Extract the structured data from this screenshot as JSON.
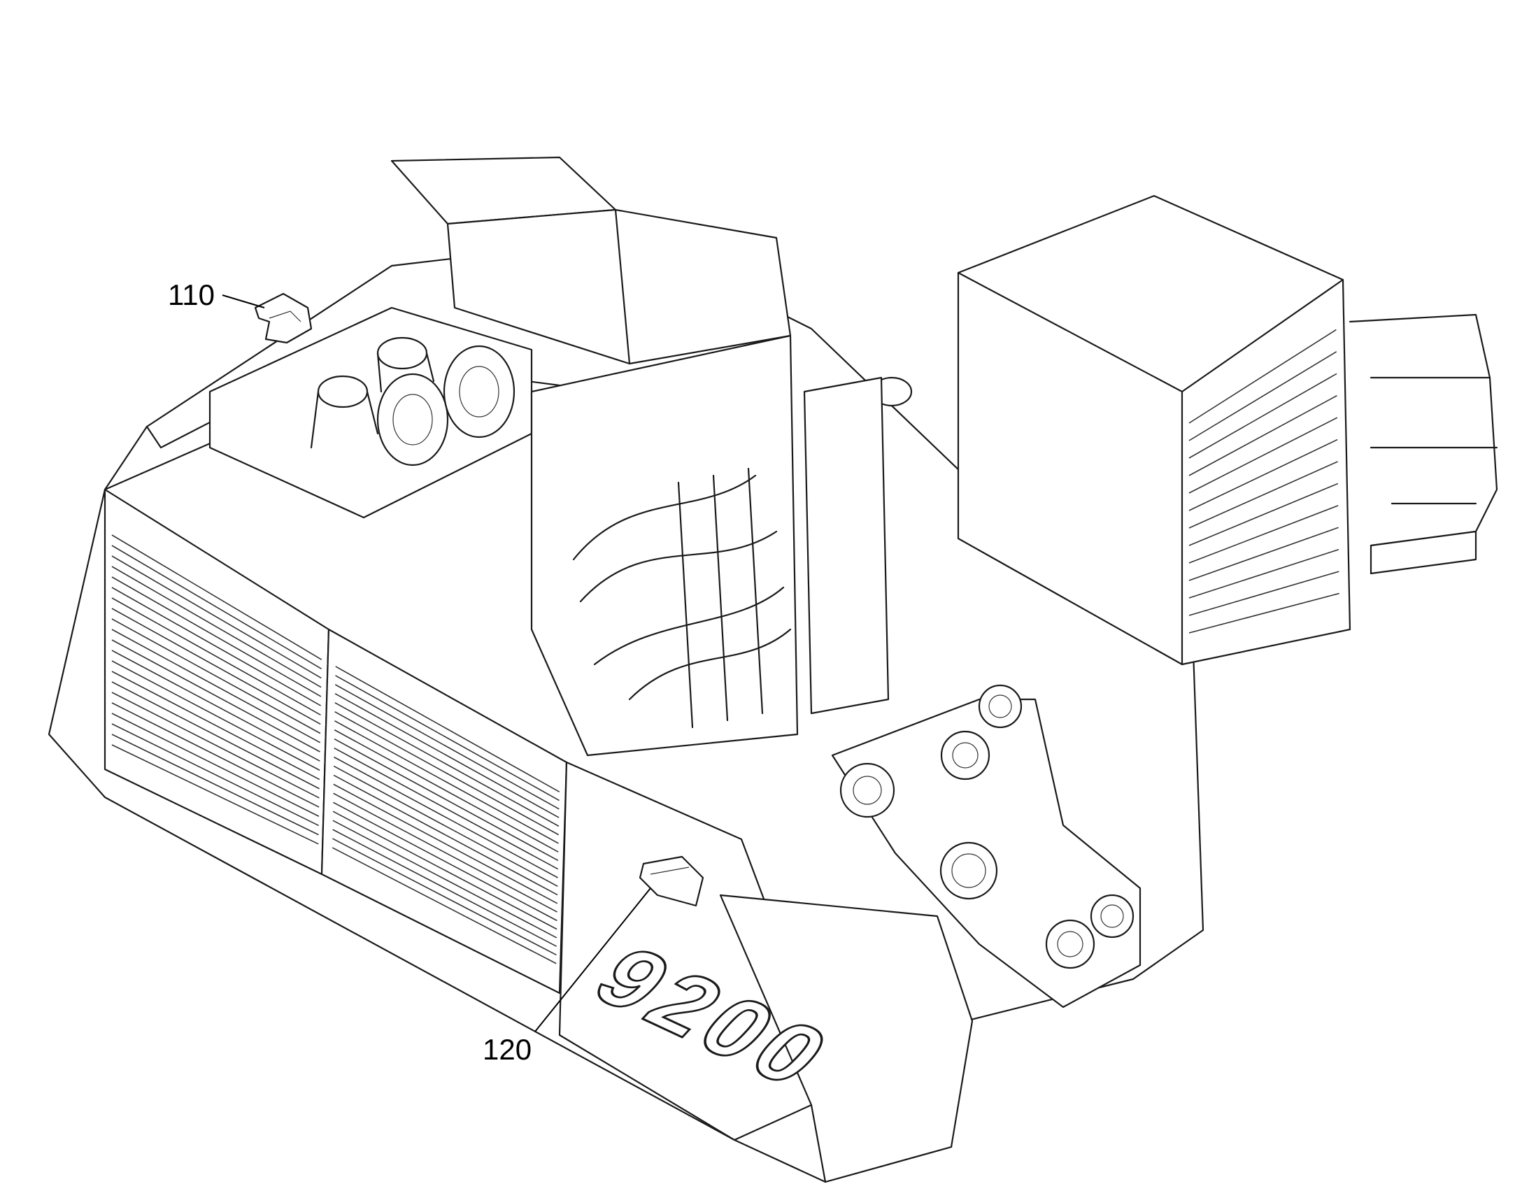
{
  "diagram": {
    "model_marking": "9200",
    "callouts": [
      {
        "id": "110",
        "label": "110"
      },
      {
        "id": "120",
        "label": "120"
      }
    ]
  }
}
